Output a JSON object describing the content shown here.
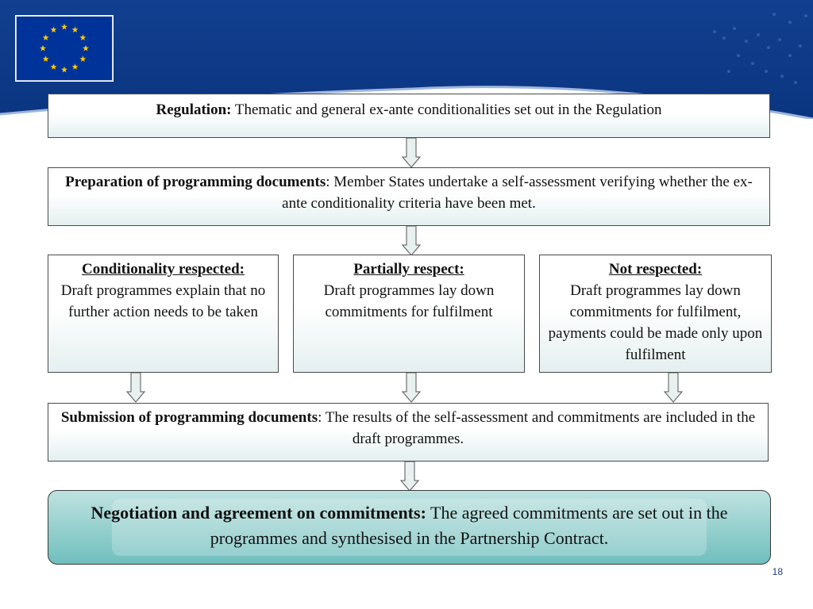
{
  "colors": {
    "header_blue": "#0d3d8f",
    "flag_blue": "#003399",
    "star_yellow": "#ffcc00",
    "final_teal": "#6fbfbd"
  },
  "icons": {
    "flag": "eu-flag-icon",
    "arrow": "down-arrow-icon"
  },
  "flow": {
    "regulation": {
      "title": "Regulation:",
      "text": " Thematic and general ex-ante conditionalities set out in the Regulation"
    },
    "preparation": {
      "title": "Preparation of programming documents",
      "text": ": Member States undertake a self-assessment verifying whether the ex-ante conditionality criteria have been met."
    },
    "branches": [
      {
        "title": "Conditionality respected:",
        "text": "Draft programmes explain that no further action needs to be taken"
      },
      {
        "title": "Partially respect:",
        "text": "Draft programmes lay down commitments for fulfilment"
      },
      {
        "title": "Not respected:",
        "text": "Draft programmes lay down commitments for fulfilment, payments could be made only upon fulfilment"
      }
    ],
    "submission": {
      "title": "Submission of programming documents",
      "text": ": The results of the self-assessment and commitments are included in the draft programmes."
    },
    "negotiation": {
      "title": "Negotiation and agreement on commitments:",
      "text": " The agreed commitments are set out in the programmes and synthesised in the Partnership Contract."
    }
  },
  "page_number": "18"
}
